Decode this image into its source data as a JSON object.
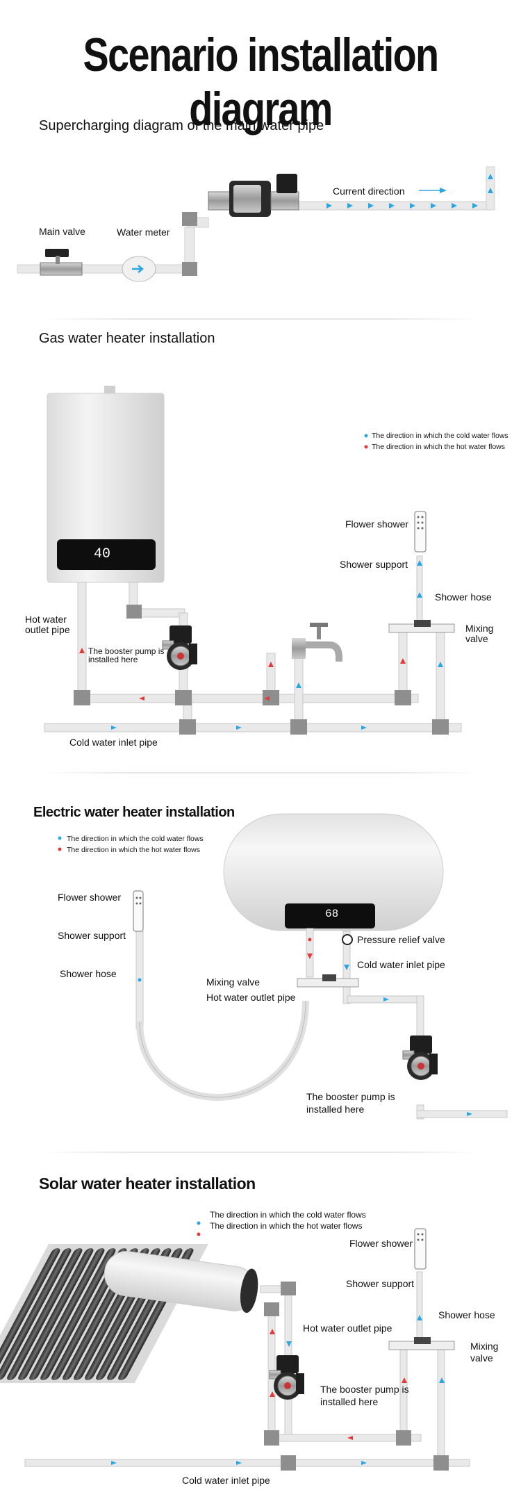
{
  "page_title": "Scenario installation diagram",
  "main_pipe": {
    "heading": "Supercharging diagram of the main water pipe",
    "current_direction": "Current direction",
    "main_valve": "Main valve",
    "water_meter": "Water meter"
  },
  "gas": {
    "heading": "Gas water heater installation",
    "legend_cold": "The direction in which the cold water flows",
    "legend_hot": "The direction in which the hot water flows",
    "display": "40",
    "flower_shower": "Flower shower",
    "shower_support": "Shower support",
    "shower_hose": "Shower hose",
    "mixing_valve": "Mixing valve",
    "hot_outlet": "Hot water outlet pipe",
    "booster": "The booster pump is installed here",
    "cold_inlet": "Cold water inlet pipe"
  },
  "electric": {
    "heading": "Electric water heater installation",
    "legend_cold": "The direction in which the cold water flows",
    "legend_hot": "The direction in which the hot water flows",
    "display": "68",
    "flower_shower": "Flower shower",
    "shower_support": "Shower support",
    "shower_hose": "Shower hose",
    "pressure_relief": "Pressure relief valve",
    "cold_inlet": "Cold water inlet pipe",
    "mixing_valve": "Mixing valve",
    "hot_outlet": "Hot water outlet pipe",
    "booster_line1": "The booster pump is",
    "booster_line2": "installed here"
  },
  "solar": {
    "heading": "Solar water heater installation",
    "legend_cold": "The direction in which the cold water flows",
    "legend_hot": "The direction in which the hot water flows",
    "flower_shower": "Flower shower",
    "shower_support": "Shower support",
    "shower_hose": "Shower hose",
    "hot_outlet": "Hot water outlet pipe",
    "mixing_line1": "Mixing",
    "mixing_line2": "valve",
    "booster_line1": "The booster pump is",
    "booster_line2": "installed here",
    "cold_inlet": "Cold water inlet pipe"
  },
  "colors": {
    "cold": "#2aa7e0",
    "hot": "#e23a3a",
    "pipe": "#e6e6e6",
    "fitting": "#8e8e8e"
  }
}
